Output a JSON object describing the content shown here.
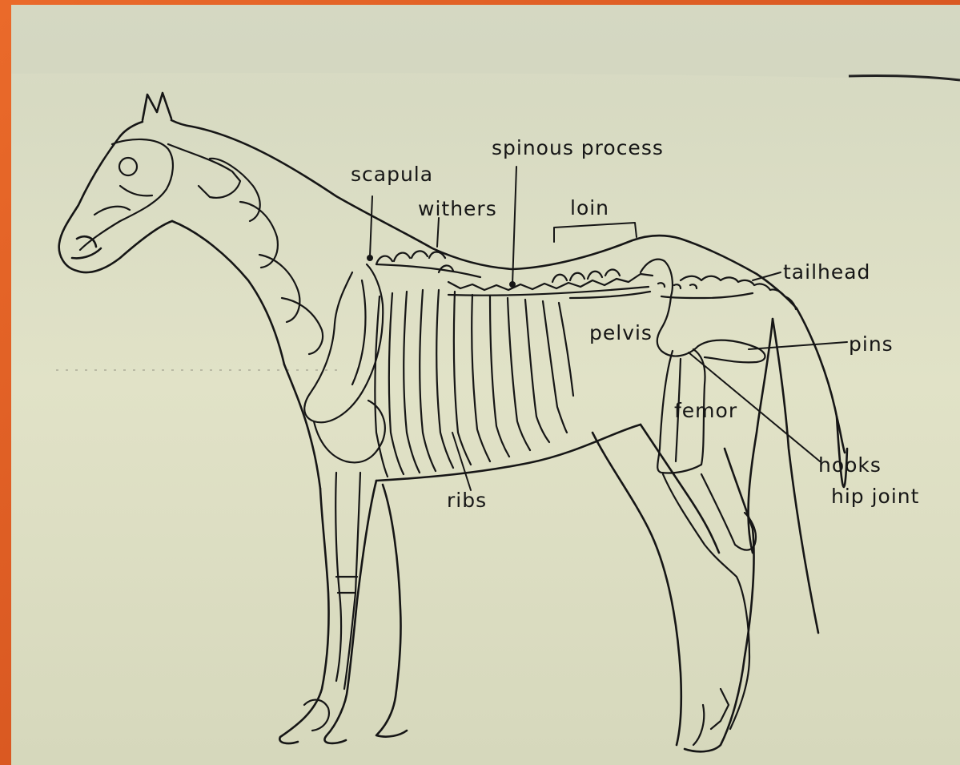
{
  "diagram": {
    "labels": {
      "spinous_process": "spinous process",
      "scapula": "scapula",
      "withers": "withers",
      "loin": "loin",
      "tailhead": "tailhead",
      "pelvis": "pelvis",
      "pins": "pins",
      "femor": "femor",
      "hooks": "hooks",
      "hip_joint": "hip joint",
      "ribs": "ribs"
    }
  },
  "colors": {
    "frame": "#e0561f",
    "paper": "#dfe0c5",
    "ink": "#161616"
  },
  "icons": [
    "horse-outline",
    "horse-skeleton"
  ]
}
